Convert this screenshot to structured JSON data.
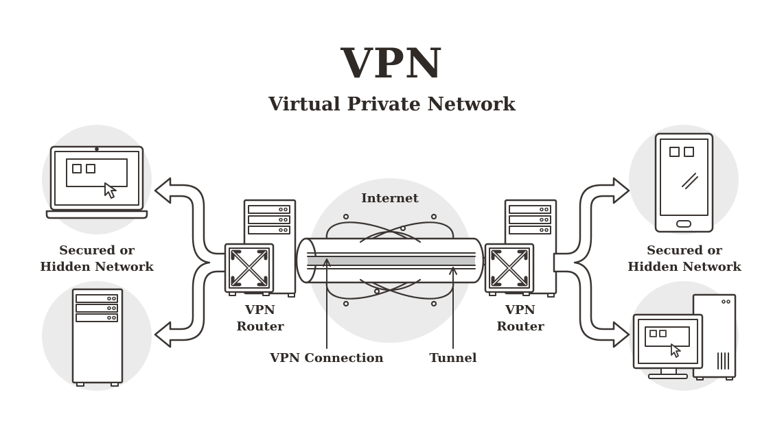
{
  "diagram": {
    "title": "VPN",
    "subtitle": "Virtual Private Network",
    "internet_label": "Internet",
    "left_network": {
      "line1": "Secured or",
      "line2": "Hidden Network"
    },
    "right_network": {
      "line1": "Secured or",
      "line2": "Hidden Network"
    },
    "left_router": {
      "line1": "VPN",
      "line2": "Router"
    },
    "right_router": {
      "line1": "VPN",
      "line2": "Router"
    },
    "vpn_connection_label": "VPN Connection",
    "tunnel_label": "Tunnel"
  },
  "colors": {
    "stroke": "#3a3532",
    "circle_fill": "#ebebeb",
    "background": "#ffffff",
    "tube_fill": "#c9c9c9"
  },
  "icons": [
    "laptop-icon",
    "server-icon",
    "router-icon",
    "globe-orbit-icon",
    "tablet-icon",
    "desktop-computer-icon",
    "double-arrow-icon"
  ]
}
